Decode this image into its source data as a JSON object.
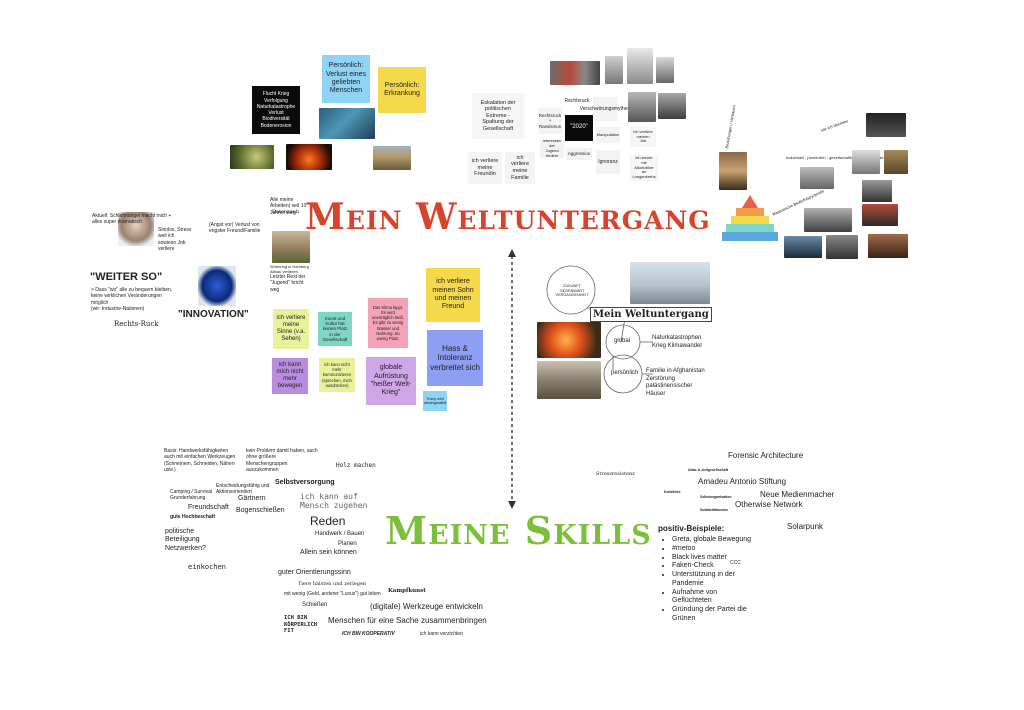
{
  "main_title": "Mein Weltuntergang",
  "skills_title": "Meine Skills",
  "colors": {
    "title_red": "#d8432b",
    "skills_green": "#7cbf3a",
    "note_blue": "#8fd3f6",
    "note_yellow": "#f5d94a",
    "note_pink": "#f4a3b5",
    "note_purple": "#b98ce0",
    "note_teal": "#7fd6c5",
    "note_periwinkle": "#8e9ef2",
    "note_lavender": "#cfa6e8",
    "note_lime": "#e8f29a"
  },
  "top_notes": {
    "black_card": "Flucht Krieg Verfolgung Naturkatastrophe Verlust Biodiversität Bodenerosion",
    "blue_loss": "Persönlich: Verlust eines geliebten Menschen",
    "yellow_illness": "Persönlich: Erkrankung"
  },
  "society_cluster": {
    "escalation": "Eskalation der politischen Extreme - Spaltung der Gesellschaft",
    "friend": "ich verliere meine Freundin",
    "family": "ich verliere meine Familie",
    "rechtsruck_small": "Rechtsruck",
    "rechtsruck_box": "Rechtsruck + Rassismus",
    "verschwoerung": "Verschwörungsmythen",
    "year": "\"2020\"",
    "interessen": "Interessen der Jugend fördern",
    "aggression": "Aggression",
    "manipulation": "Manipulation",
    "ignoranz": "Ignoranz",
    "job": "ich verliere meinen Job",
    "alcohol": "ich werde mit Alkoholiker an Lungenkrebs"
  },
  "left_notes": {
    "schlafmangel": "Aktuell: Schlafmangel macht mich + alles super dramatisch",
    "sinnlos": "Sinnlos, Stress weil ich sowieso Job verliere",
    "angst": "(Angst vor) Verlust von engster Freund/Familie",
    "arbeiten": "Alle meine Arbeiten) seit 10 Jahren weg",
    "datenraub": "Datenraub",
    "house_caption": "Wohnung in Hamburg Altbau verlieren",
    "jugend": "Letzter Rest der \"Jugend\" bricht weg",
    "weiter_so": "\"WEITER SO\"",
    "weiter_so_desc": "> Dass \"wir\" alle zu bequem bleiben, keine wirklichen Veränderungen möglich",
    "industrie": "(wir: Industrie-Nationen)",
    "rechtsruck": "Rechts-Ruck",
    "innovation": "\"INNOVATION\""
  },
  "center_notes": {
    "sinne": "ich verliere meine Sinne (v.a. Sehen)",
    "kunst": "Kunst und Kultur hat keinen Platz in der Gesellschaft",
    "klima": "Das Klima kippt. Es wird unerträglich heiß. Es gibt zu wenig Wasser und Nahrung. Zu wenig Platz.",
    "sohn": "ich verliere meinen Sohn und meinen Freund",
    "bewegen": "ich kann mich nicht mehr bewegen",
    "kommunizieren": "ich kann nicht mehr kommunizieren (sprechen, mich ausdrücken)",
    "aufruestung": "globale Aufrüstung \"heißer Welt-Krieg\"",
    "hass": "Hass & Intoleranz verbreitet sich",
    "nuclear": "Trump wird wiedergewählt"
  },
  "pyramid": {
    "caption_left": "Maslowsche Bedürfnispyramide",
    "caption_top": "wie ich überlebe",
    "caption_right": "Individuell - persönlich - gesellschaftlich (Werte - ideale - realten)",
    "caption_vert": "Beziehungen / Vertrauen"
  },
  "mindmap": {
    "circle_top": "ZUKUNFT GEGENWART VERGANGENHEIT",
    "title": "Mein Weltuntergang",
    "global": "global",
    "personal": "persönlich",
    "global_items": "Naturkatastrophen Krieg Klimawandel",
    "personal_items": "Familie in Afghanistan Zerstörung palästinensischer Häuser"
  },
  "skills_left": {
    "basis": "Basis: Handwerksfähigkeiten auch mit einfachen Werkzeugen (Schneinem, Schneiden, Nähen usw.)",
    "probleme": "kein Problem damit haben, auch ohne größere Menschengruppen auszukommen",
    "holz": "Holz machen",
    "selbstversorgung": "Selbstversorgung",
    "camping": "Camping / Survival Grunderfahrung",
    "entscheidung": "Entscheidungsfähig und Aktionsorientiert",
    "gaertnern": "Gärtnern",
    "mensch": "ich kann auf Mensch zugehen",
    "freundschaft": "Freundschaft",
    "bogen": "Bogenschießen",
    "hochbesch": "gute Hochbeschaft",
    "reden": "Reden",
    "politische": "politische Beteiligung Netzwerken?",
    "handwerk": "Handwerk / Bauen",
    "planen": "Planen",
    "allein": "Allein sein können",
    "einkochen": "einkochen",
    "orientierung": "guter Orientierungssinn",
    "tiere": "Tiere hälsten und zerlegen",
    "wenig": "mit wenig (Geld, anderer \"Luxus\") gut leben",
    "kampfkunst": "Kampfkunst",
    "schiessen": "Schießen",
    "werkzeuge": "(digitale) Werkzeuge entwickeln",
    "koerperlich": "ICH BIN KÖRPERLICH FIT",
    "zusammen": "Menschen für eine Sache zusammenbringen",
    "kooperativ": "ICH BIN KOOPERATIV",
    "verzichten": "ich kann verzichten"
  },
  "skills_right": {
    "forensic": "Forensic Architecture",
    "stress": "Stressresistenz",
    "amadeu": "Amadeu Antonio Stiftung",
    "small1": "Attac & zivilgesellschaft",
    "small2": "Kollektive",
    "small3": "Selbstorganisation",
    "small4": "Solidaritätsnetze",
    "medien": "Neue Medienmacher",
    "otherwise": "Otherwise Network",
    "solarpunk": "Solarpunk",
    "positiv": "positiv-Beispiele:",
    "ccc": "CCC",
    "examples": [
      "Greta, globale Bewegung",
      "#metoo",
      "Black lives matter",
      "Faken-Check",
      "Unterstützung in der Pandemie",
      "Aufnahme von Geflüchteten",
      "Gründung der Partei die Grünen"
    ]
  },
  "icons": {
    "pyramid": "triangle-pyramid-icon",
    "arrow": "vertical-arrow-icon"
  }
}
